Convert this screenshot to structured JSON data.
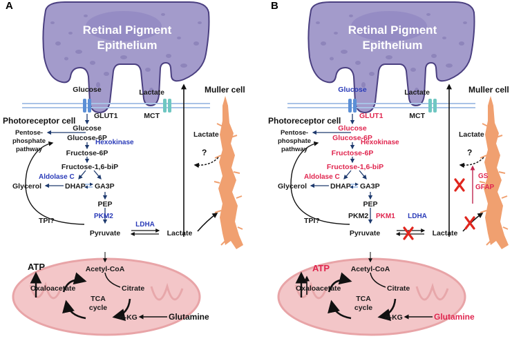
{
  "colors": {
    "rpe_fill": "#a39bcb",
    "rpe_stroke": "#4a3f80",
    "rpe_spot": "#8e85bb",
    "mito_fill": "#f3c6c8",
    "mito_stroke": "#e8a4a7",
    "mito_inner": "#e7a7aa",
    "muller": "#f0a070",
    "channel": "#5b8fd6",
    "mct": "#6fc7c2",
    "membrane": "#a9c3e6",
    "flow": "#1e3a6e",
    "enzyme_normal": "#2a3bb8",
    "enzyme_up": "#e0264f",
    "block_x": "#e0261e"
  },
  "panels": {
    "A": {
      "label": "A",
      "rpe_line1": "Retinal Pigment",
      "rpe_line2": "Epithelium",
      "glucose_top": "Glucose",
      "lactate_top": "Lactate",
      "glut1": "GLUT1",
      "mct": "MCT",
      "muller_cell": "Muller cell",
      "photoreceptor_cell": "Photoreceptor cell",
      "ppp_line1": "Pentose-",
      "ppp_line2": "phosphate",
      "ppp_line3": "pathway",
      "glucose": "Glucose",
      "hexokinase": "Hexokinase",
      "glucose6p": "Glucose-6P",
      "fructose6p": "Fructose-6P",
      "fructose16": "Fructose-1,6-biP",
      "aldolase": "Aldolase C",
      "glycerol": "Glycerol",
      "dhap": "DHAP",
      "ga3p": "GA3P",
      "tpi": "TPI?",
      "pep": "PEP",
      "pkm2": "PKM2",
      "pyruvate": "Pyruvate",
      "ldha": "LDHA",
      "lactate_mid": "Lactate",
      "lactate_muller": "Lactate",
      "question": "?",
      "acetylcoa": "Acetyl-CoA",
      "atp": "ATP",
      "oxaloacetate": "Oxaloacetate",
      "citrate": "Citrate",
      "tca1": "TCA",
      "tca2": "cycle",
      "akg": "α-KG",
      "glutamine": "Glutamine"
    },
    "B": {
      "label": "B",
      "rpe_line1": "Retinal Pigment",
      "rpe_line2": "Epithelium",
      "glucose_top": "Glucose",
      "lactate_top": "Lactate",
      "glut1": "GLUT1",
      "mct": "MCT",
      "muller_cell": "Muller cell",
      "photoreceptor_cell": "Photoreceptor cell",
      "ppp_line1": "Pentose-",
      "ppp_line2": "phosphate",
      "ppp_line3": "pathway",
      "glucose": "Glucose",
      "hexokinase": "Hexokinase",
      "glucose6p": "Glucose-6P",
      "fructose6p": "Fructose-6P",
      "fructose16": "Fructose-1,6-biP",
      "aldolase": "Aldolase C",
      "glycerol": "Glycerol",
      "dhap": "DHAP",
      "ga3p": "GA3P",
      "tpi": "TPI?",
      "pep": "PEP",
      "pkm2": "PKM2",
      "pkm1": "PKM1",
      "pyruvate": "Pyruvate",
      "ldha": "LDHA",
      "lactate_mid": "Lactate",
      "lactate_muller": "Lactate",
      "question": "?",
      "gs": "GS",
      "gfap": "GFAP",
      "acetylcoa": "Acetyl-CoA",
      "atp": "ATP",
      "oxaloacetate": "Oxaloacetate",
      "citrate": "Citrate",
      "tca1": "TCA",
      "tca2": "cycle",
      "akg": "α-KG",
      "glutamine": "Glutamine"
    }
  }
}
